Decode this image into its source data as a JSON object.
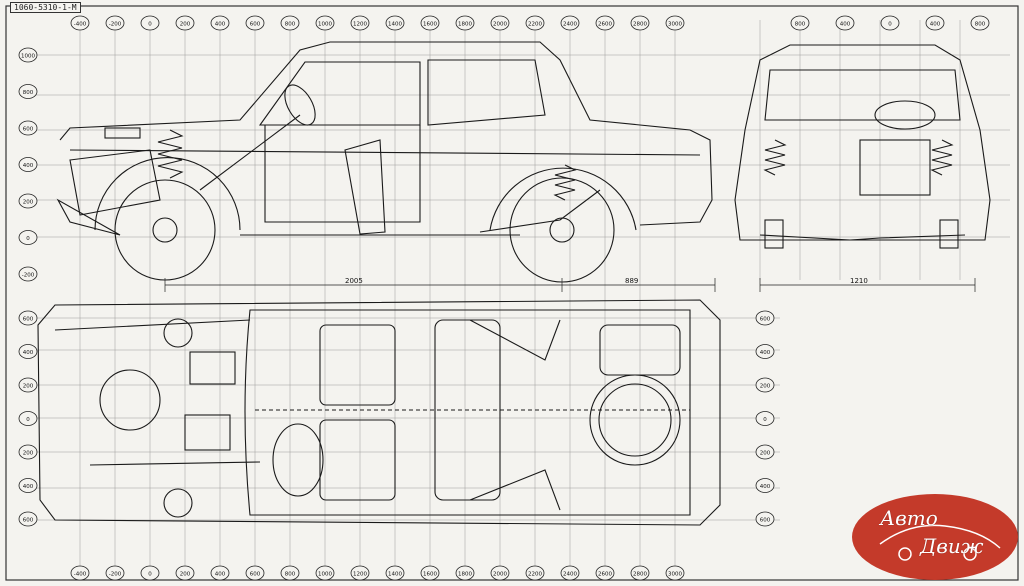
{
  "drawing": {
    "code": "1060-5310-1-М",
    "top_scale_labels": [
      "-400",
      "-200",
      "0",
      "200",
      "400",
      "600",
      "800",
      "1000",
      "1200",
      "1400",
      "1600",
      "1800",
      "2000",
      "2200",
      "2400",
      "2600",
      "2800",
      "3000"
    ],
    "left_scale_labels": [
      "1000",
      "800",
      "600",
      "400",
      "200",
      "0",
      "-200"
    ],
    "bottom_scale_labels": [
      "-400",
      "-200",
      "0",
      "200",
      "400",
      "600",
      "800",
      "1000",
      "1200",
      "1400",
      "1600",
      "1800",
      "2000",
      "2200",
      "2400",
      "2600",
      "2800",
      "3000"
    ],
    "left_plan_scale_labels": [
      "600",
      "400",
      "200",
      "0",
      "200",
      "400",
      "600"
    ],
    "right_plan_scale_labels": [
      "600",
      "400",
      "200",
      "0",
      "200",
      "400",
      "600"
    ],
    "front_view_scale_labels": [
      "800",
      "400",
      "0",
      "400",
      "800"
    ],
    "dimensions": {
      "wheelbase": "2005",
      "rear_overhang": "889",
      "track": "1210"
    }
  },
  "logo": {
    "line1": "Авто",
    "line2": "Движ",
    "color": "#c43a2a"
  }
}
